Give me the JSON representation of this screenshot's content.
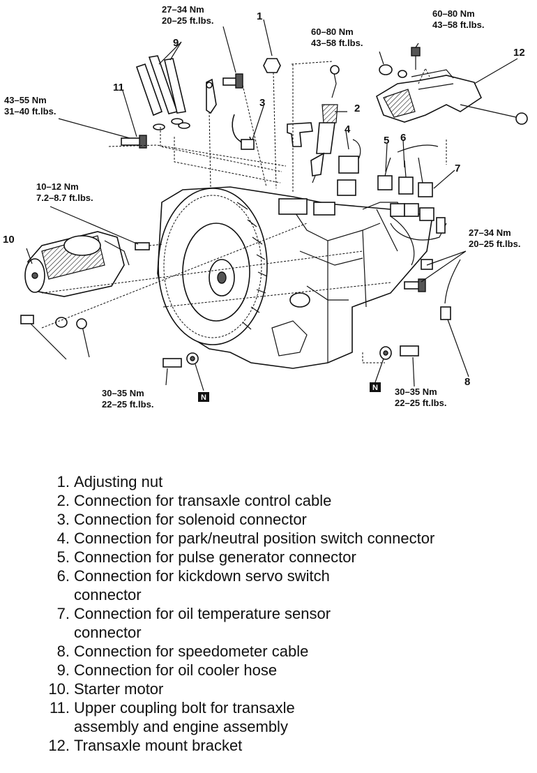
{
  "torque_specs": [
    {
      "nm": "27–34 Nm",
      "ftlb": "20–25 ft.lbs."
    },
    {
      "nm": "60–80 Nm",
      "ftlb": "43–58 ft.lbs."
    },
    {
      "nm": "60–80 Nm",
      "ftlb": "43–58 ft.lbs."
    },
    {
      "nm": "43–55 Nm",
      "ftlb": "31–40 ft.lbs."
    },
    {
      "nm": "10–12 Nm",
      "ftlb": "7.2–8.7 ft.lbs."
    },
    {
      "nm": "27–34 Nm",
      "ftlb": "20–25 ft.lbs."
    },
    {
      "nm": "30–35 Nm",
      "ftlb": "22–25 ft.lbs."
    },
    {
      "nm": "30–35 Nm",
      "ftlb": "22–25 ft.lbs."
    }
  ],
  "callouts": [
    "1",
    "2",
    "3",
    "4",
    "5",
    "6",
    "7",
    "8",
    "9",
    "10",
    "11",
    "12"
  ],
  "badges": [
    "N",
    "N"
  ],
  "legend": [
    {
      "num": "1.",
      "text": "Adjusting nut"
    },
    {
      "num": "2.",
      "text": "Connection for transaxle control cable"
    },
    {
      "num": "3.",
      "text": "Connection for solenoid connector"
    },
    {
      "num": "4.",
      "text": "Connection for park/neutral position switch connector"
    },
    {
      "num": "5.",
      "text": "Connection for pulse generator connector"
    },
    {
      "num": "6.",
      "text": "Connection for kickdown servo switch",
      "cont": "connector"
    },
    {
      "num": "7.",
      "text": "Connection for oil temperature sensor",
      "cont": "connector"
    },
    {
      "num": "8.",
      "text": "Connection for speedometer cable"
    },
    {
      "num": "9.",
      "text": "Connection for oil cooler hose"
    },
    {
      "num": "10.",
      "text": "Starter motor"
    },
    {
      "num": "11.",
      "text": "Upper coupling bolt for transaxle",
      "cont": "assembly and engine assembly"
    },
    {
      "num": "12.",
      "text": "Transaxle mount bracket"
    }
  ]
}
